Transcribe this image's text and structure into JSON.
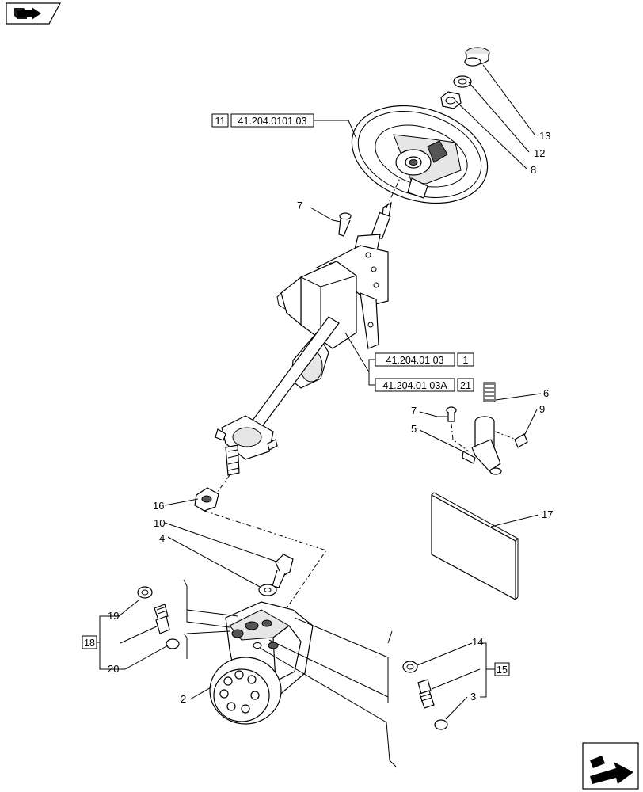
{
  "nav_icons": {
    "top_left": "book-arrow-icon",
    "bottom_right": "next-page-arrow-icon"
  },
  "references": {
    "wheel_ref": {
      "num": "11",
      "code": "41.204.0101 03"
    },
    "column_ref_a": {
      "code": "41.204.01 03",
      "num": "1"
    },
    "column_ref_b": {
      "code": "41.204.01 03A",
      "num": "21"
    }
  },
  "callouts": {
    "c13": "13",
    "c12": "12",
    "c8": "8",
    "c7a": "7",
    "c7b": "7",
    "c6": "6",
    "c9": "9",
    "c5": "5",
    "c16": "16",
    "c10": "10",
    "c4": "4",
    "c17": "17",
    "c19": "19",
    "c18": "18",
    "c20": "20",
    "c2": "2",
    "c14": "14",
    "c15": "15",
    "c3": "3"
  }
}
